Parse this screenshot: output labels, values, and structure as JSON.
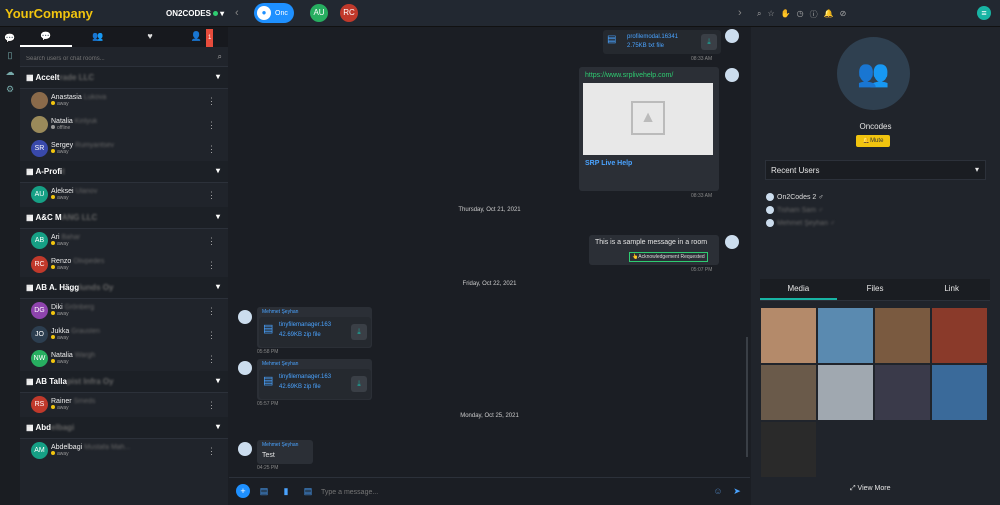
{
  "top": {
    "logo": "YourCompany",
    "account": "ON2CODES",
    "room_chip": "Onc",
    "avatars": [
      {
        "initials": "AU",
        "color": "#27ae60"
      },
      {
        "initials": "RC",
        "color": "#c0392b"
      }
    ]
  },
  "left": {
    "badge": "1",
    "search_placeholder": "Search users or chat rooms...",
    "groups": [
      {
        "name": "Accelt",
        "blur": "rade LLC",
        "users": [
          {
            "first": "Anastasia",
            "last": "Lukova",
            "status": "away",
            "sc": "#f1c40f",
            "initials": "",
            "color": "#8a6a4a"
          },
          {
            "first": "Natalia",
            "last": "Kirilyuk",
            "status": "offline",
            "sc": "#999",
            "initials": "",
            "color": "#9a8a5a"
          },
          {
            "first": "Sergey",
            "last": "Rumyantsev",
            "status": "away",
            "sc": "#f1c40f",
            "initials": "SR",
            "color": "#3949ab"
          }
        ]
      },
      {
        "name": "A-Profi",
        "blur": "t",
        "users": [
          {
            "first": "Aleksei",
            "last": "Ulanov",
            "status": "away",
            "sc": "#f1c40f",
            "initials": "AU",
            "color": "#16a085"
          }
        ]
      },
      {
        "name": "A&C M",
        "blur": "ANG LLC",
        "users": [
          {
            "first": "Ari",
            "last": "Bahar",
            "status": "away",
            "sc": "#f1c40f",
            "initials": "AB",
            "color": "#16a085"
          },
          {
            "first": "Renzo",
            "last": "Olivpedes",
            "status": "away",
            "sc": "#f1c40f",
            "initials": "RC",
            "color": "#c0392b"
          }
        ]
      },
      {
        "name": "AB A. Hägg",
        "blur": "lunds Oy",
        "users": [
          {
            "first": "Diki",
            "last": "Grönberg",
            "status": "away",
            "sc": "#f1c40f",
            "initials": "DG",
            "color": "#8e44ad"
          },
          {
            "first": "Jukka",
            "last": "Grausten",
            "status": "away",
            "sc": "#f1c40f",
            "initials": "JO",
            "color": "#2c3e50"
          },
          {
            "first": "Natalia",
            "last": "Wargh",
            "status": "away",
            "sc": "#f1c40f",
            "initials": "NW",
            "color": "#27ae60"
          }
        ]
      },
      {
        "name": "AB Talla",
        "blur": "pist Infra Oy",
        "users": [
          {
            "first": "Rainer",
            "last": "Smeds",
            "status": "away",
            "sc": "#f1c40f",
            "initials": "RS",
            "color": "#c0392b"
          }
        ]
      },
      {
        "name": "Abd",
        "blur": "elbagi",
        "users": [
          {
            "first": "Abdelbagi",
            "last": "Mustafa Mah...",
            "status": "away",
            "sc": "#f1c40f",
            "initials": "AM",
            "color": "#16a085"
          }
        ]
      }
    ]
  },
  "chat": {
    "file1": {
      "name": "profilemodal.16341",
      "meta": "2.75KB txt file",
      "time": "08:33 AM"
    },
    "link": {
      "url": "https://www.srplivehelp.com/",
      "title": "SRP Live Help",
      "time": "08:33 AM"
    },
    "date1": "Thursday, Oct 21, 2021",
    "sample": {
      "text": "This is a sample message in a room",
      "ack": "Acknowledgement Requested",
      "time": "05:07 PM"
    },
    "date2": "Friday, Oct 22, 2021",
    "file2": {
      "sender": "Mehmet Şeyhan",
      "name": "tinyfilemanager.163",
      "meta": "42.69KB zip file",
      "time": "05:58 PM"
    },
    "file3": {
      "sender": "Mehmet Şeyhan",
      "name": "tinyfilemanager.163",
      "meta": "42.69KB zip file",
      "time": "05:57 PM"
    },
    "date3": "Monday, Oct 25, 2021",
    "test": {
      "sender": "Mehmet Şeyhan",
      "text": "Test",
      "time": "04:25 PM"
    },
    "input_placeholder": "Type a message..."
  },
  "right": {
    "name": "Oncodes",
    "mute": "Mute",
    "recent_title": "Recent Users",
    "recent": [
      {
        "name": "On2Codes 2 ♂",
        "blur": false
      },
      {
        "name": "Tisham Sam ♂",
        "blur": true
      },
      {
        "name": "Mehmet Şeyhan ♂",
        "blur": true
      }
    ],
    "tabs": [
      "Media",
      "Files",
      "Link"
    ],
    "more": "View More",
    "thumbs": [
      "#b48a6a",
      "#5a8ab0",
      "#7a5a40",
      "#8a3a2a",
      "#6a5a4a",
      "#a0a8b0",
      "#3a3a4a",
      "#3a6a9a",
      "#2a2a2a"
    ]
  }
}
